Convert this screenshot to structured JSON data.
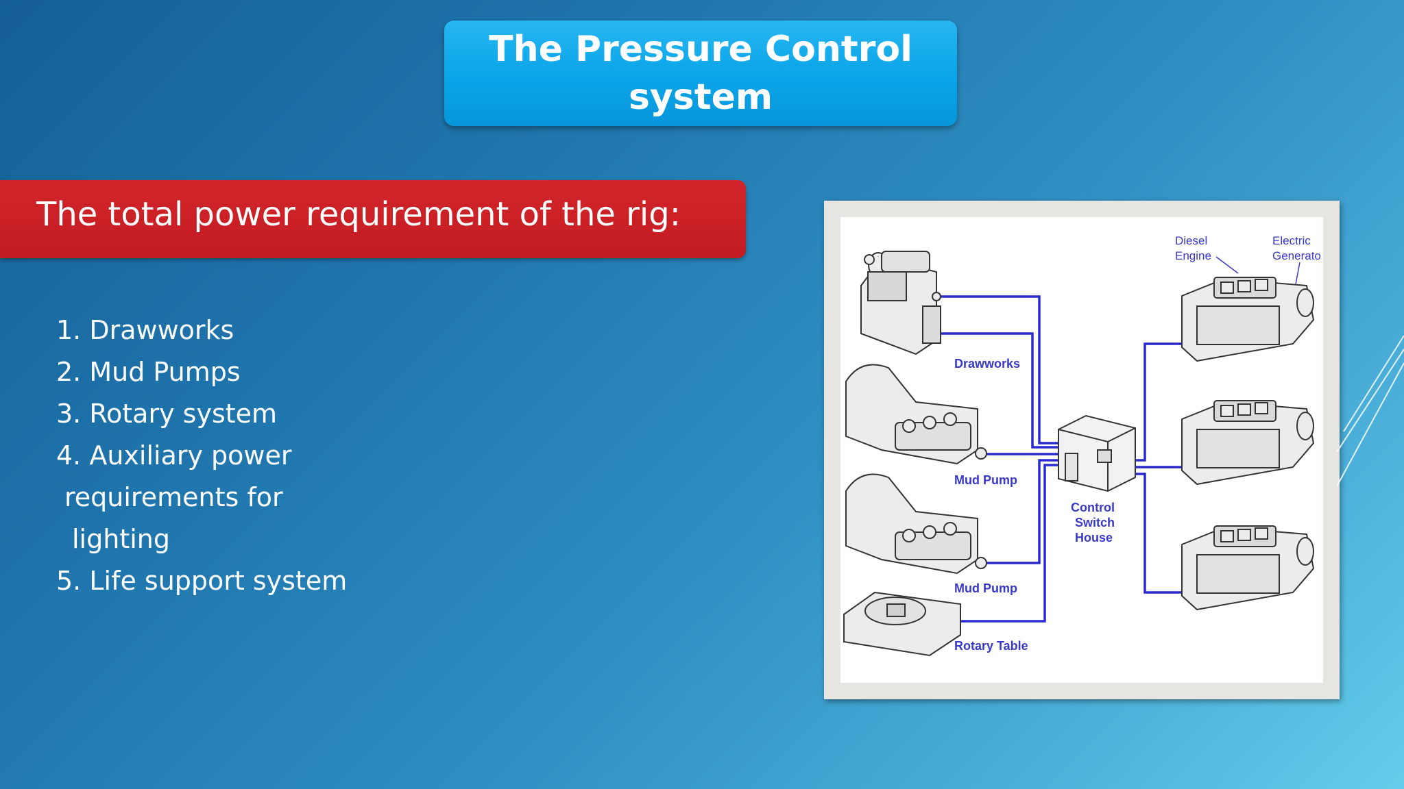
{
  "slide": {
    "title_line1": "The Pressure Control",
    "title_line2": "system",
    "section_header": "The total power requirement of the rig:",
    "list": [
      "1. Drawworks",
      "2. Mud Pumps",
      "3. Rotary system",
      "4. Auxiliary power",
      "requirements for",
      "lighting",
      "5. Life support system"
    ]
  },
  "diagram": {
    "labels": {
      "drawworks": "Drawworks",
      "mud_pump_1": "Mud Pump",
      "mud_pump_2": "Mud Pump",
      "rotary_table": "Rotary Table",
      "control_1": "Control",
      "control_2": "Switch",
      "control_3": "House",
      "diesel_1": "Diesel",
      "diesel_2": "Engine",
      "electric_1": "Electric",
      "electric_2": "Generato"
    }
  },
  "colors": {
    "title_bg": "#0aa4e8",
    "header_bg": "#c21c22",
    "wire": "#2a2ad0",
    "label": "#3838c8"
  }
}
